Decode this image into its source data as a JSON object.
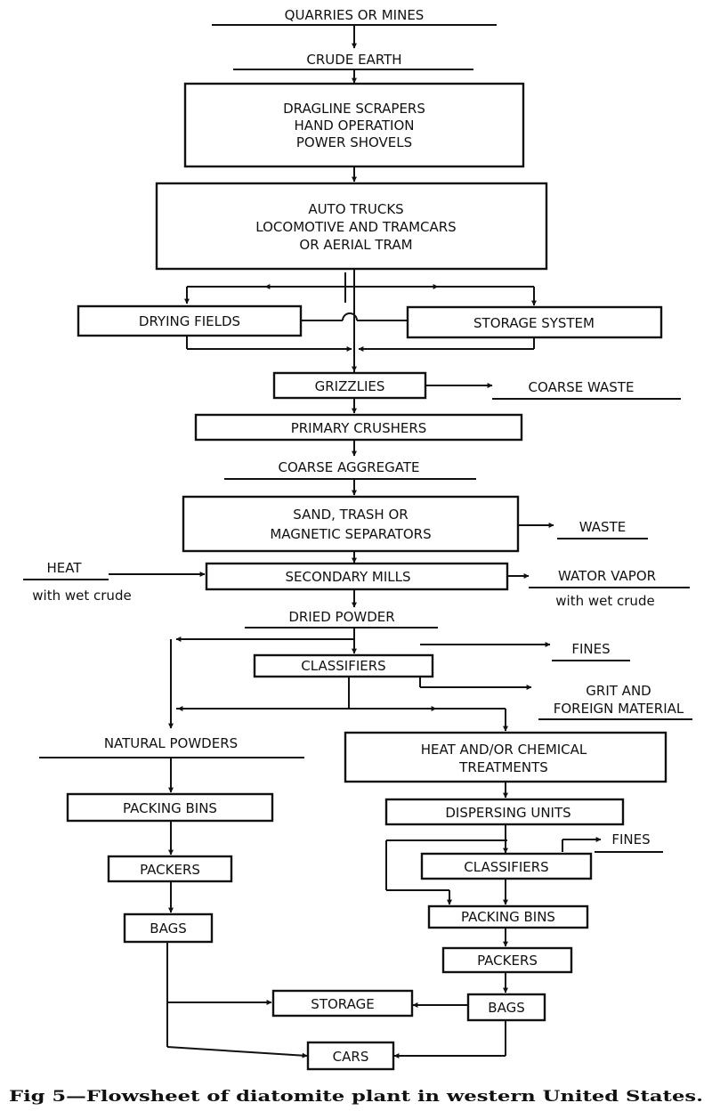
{
  "stages": {
    "quarries": "QUARRIES OR MINES",
    "crude_earth": "CRUDE EARTH",
    "excavation": [
      "DRAGLINE SCRAPERS",
      "HAND OPERATION",
      "POWER SHOVELS"
    ],
    "haulage": [
      "AUTO TRUCKS",
      "LOCOMOTIVE AND TRAMCARS",
      "OR AERIAL TRAM"
    ],
    "drying_fields": "DRYING FIELDS",
    "storage_system": "STORAGE SYSTEM",
    "grizzlies": "GRIZZLIES",
    "coarse_waste": "COARSE WASTE",
    "primary_crushers": "PRIMARY CRUSHERS",
    "coarse_aggregate": "COARSE AGGREGATE",
    "separators": [
      "SAND, TRASH OR",
      "MAGNETIC SEPARATORS"
    ],
    "waste": "WASTE",
    "heat": "HEAT",
    "heat_note": "with wet crude",
    "secondary_mills": "SECONDARY MILLS",
    "water_vapor": "WATOR VAPOR",
    "water_vapor_note": "with wet crude",
    "dried_powder": "DRIED POWDER",
    "classifiers": "CLASSIFIERS",
    "fines": "FINES",
    "grit": [
      "GRIT AND",
      "FOREIGN MATERIAL"
    ],
    "natural_powders": "NATURAL POWDERS",
    "treatments": [
      "HEAT AND/OR CHEMICAL",
      "TREATMENTS"
    ],
    "left_packing_bins": "PACKING BINS",
    "left_packers": "PACKERS",
    "left_bags": "BAGS",
    "dispersing_units": "DISPERSING UNITS",
    "fines_2": "FINES",
    "classifiers_2": "CLASSIFIERS",
    "right_packing_bins": "PACKING BINS",
    "right_packers": "PACKERS",
    "right_bags": "BAGS",
    "storage": "STORAGE",
    "cars": "CARS"
  },
  "caption": "Fig 5—Flowsheet of diatomite plant in western United States."
}
